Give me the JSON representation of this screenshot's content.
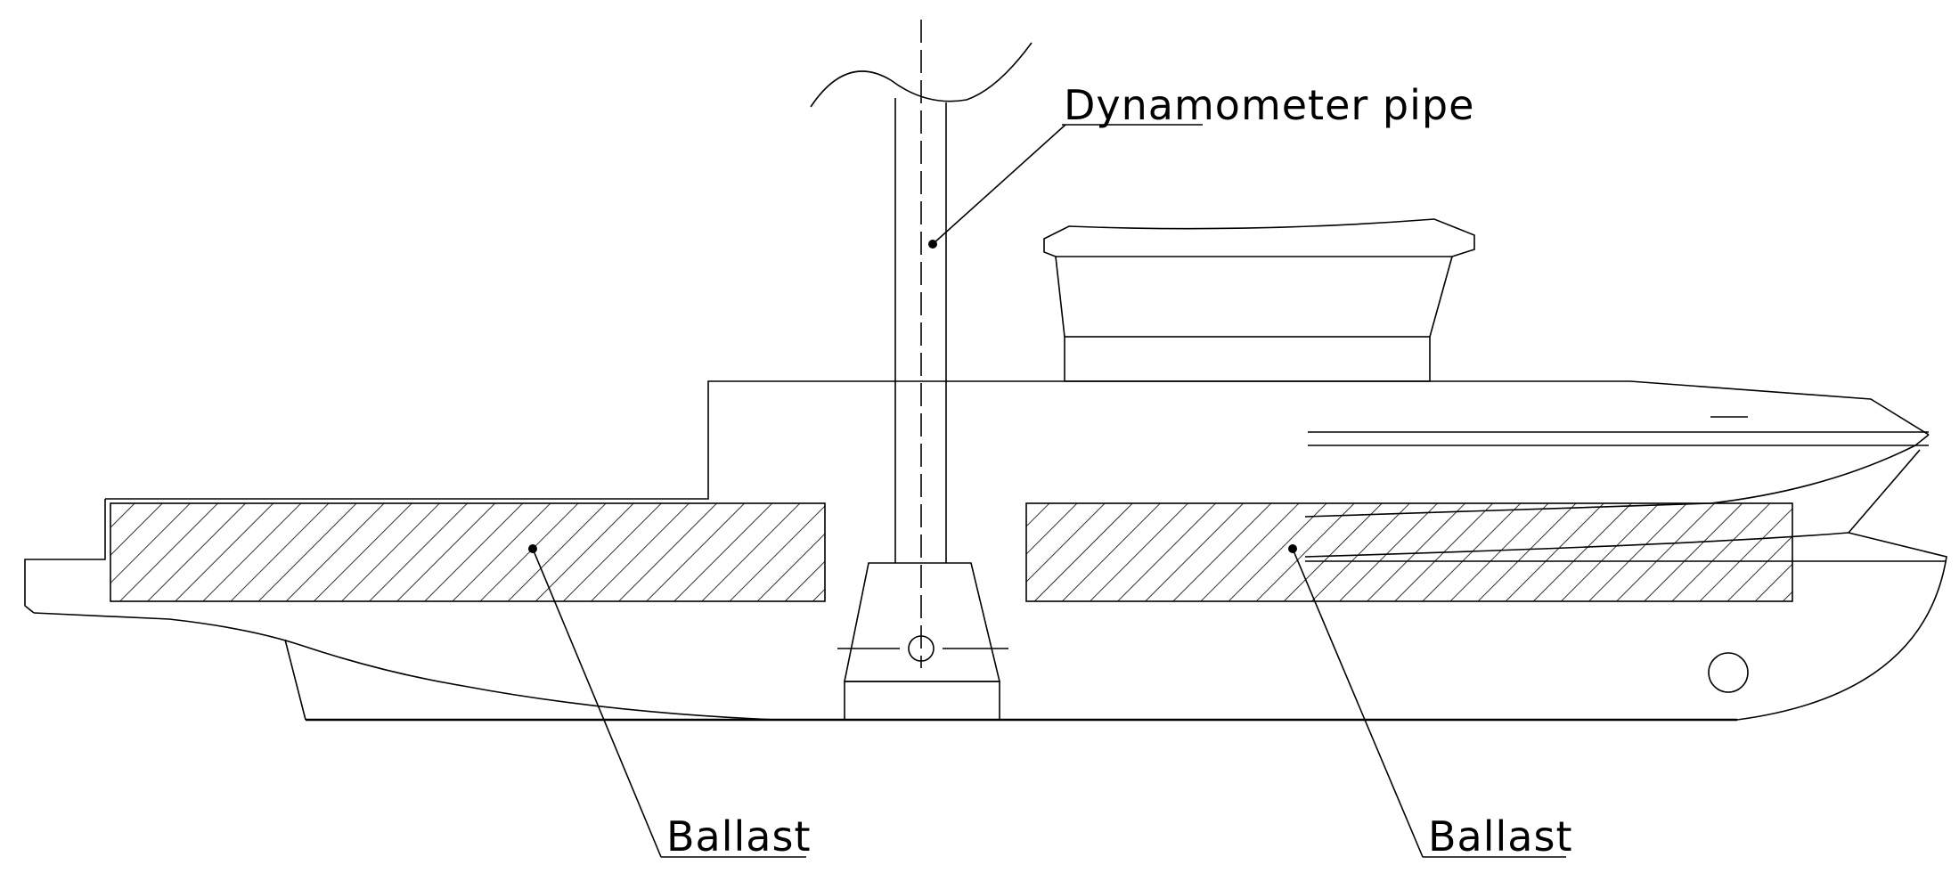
{
  "labels": {
    "dynamometer_pipe": "Dynamometer pipe",
    "ballast_left": "Ballast",
    "ballast_right": "Ballast"
  },
  "colors": {
    "line": "#000000",
    "background": "#ffffff"
  }
}
